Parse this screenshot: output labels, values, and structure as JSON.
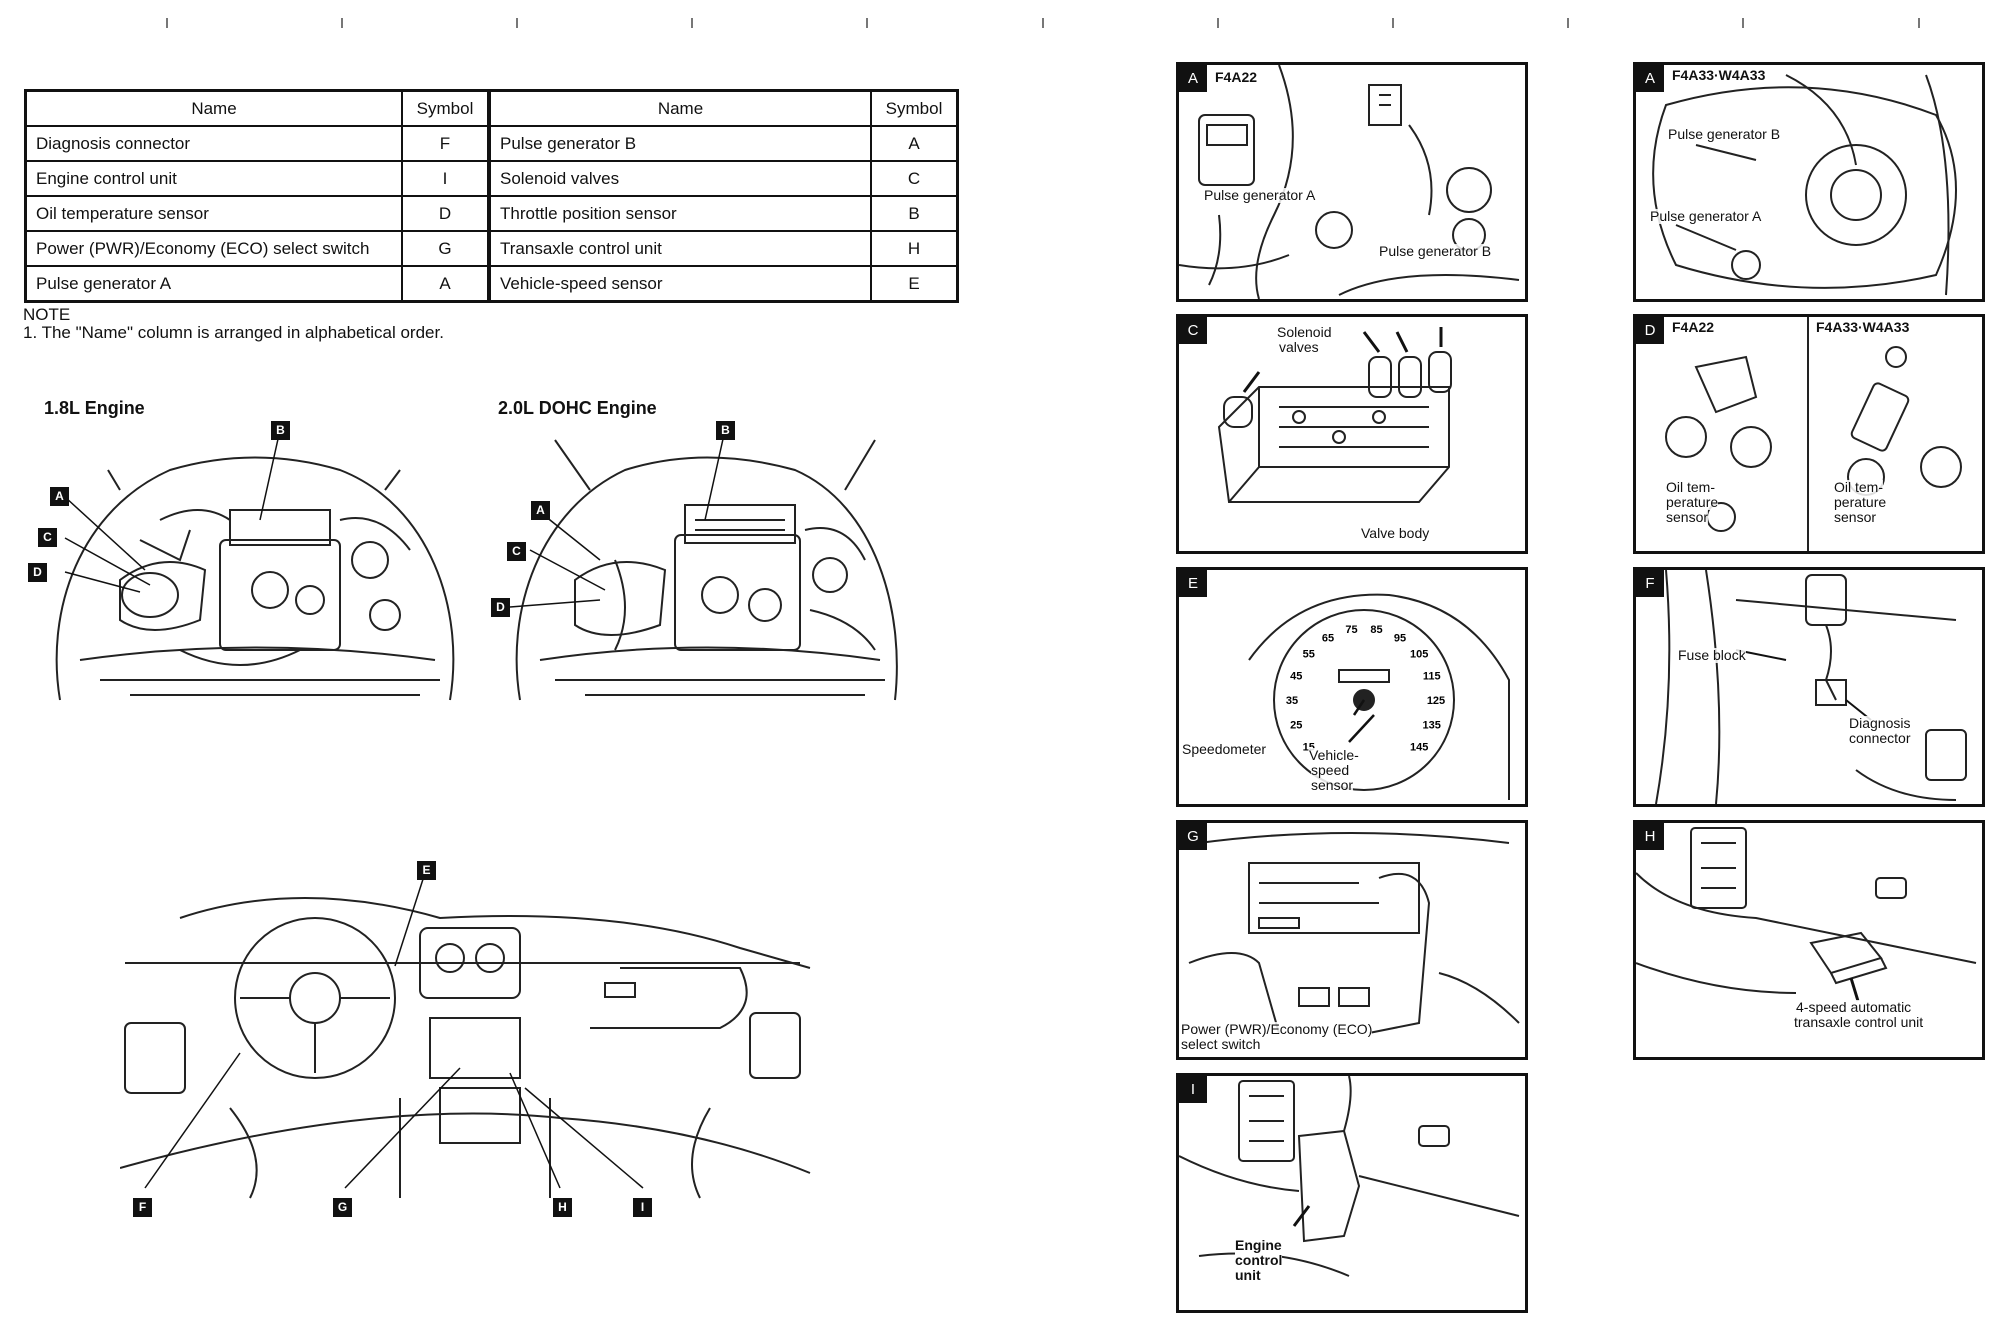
{
  "table": {
    "headers": {
      "name": "Name",
      "symbol": "Symbol"
    },
    "left_rows": [
      {
        "name": "Diagnosis connector",
        "symbol": "F"
      },
      {
        "name": "Engine control unit",
        "symbol": "I"
      },
      {
        "name": "Oil temperature sensor",
        "symbol": "D"
      },
      {
        "name": "Power (PWR)/Economy (ECO) select switch",
        "symbol": "G"
      },
      {
        "name": "Pulse generator A",
        "symbol": "A"
      }
    ],
    "right_rows": [
      {
        "name": "Pulse generator B",
        "symbol": "A"
      },
      {
        "name": "Solenoid valves",
        "symbol": "C"
      },
      {
        "name": "Throttle position sensor",
        "symbol": "B"
      },
      {
        "name": "Transaxle control unit",
        "symbol": "H"
      },
      {
        "name": "Vehicle-speed sensor",
        "symbol": "E"
      }
    ]
  },
  "note": {
    "heading": "NOTE",
    "item": "1.  The \"Name\" column is arranged in alphabetical order."
  },
  "engines": {
    "left_title": "1.8L Engine",
    "right_title": "2.0L DOHC Engine",
    "left_callouts": [
      "B",
      "A",
      "C",
      "D"
    ],
    "right_callouts": [
      "B",
      "A",
      "C",
      "D"
    ]
  },
  "dash": {
    "callouts": [
      "E",
      "F",
      "G",
      "H",
      "I"
    ]
  },
  "panels": {
    "a1": {
      "letter": "A",
      "model": "F4A22",
      "labels": [
        "Pulse generator A",
        "Pulse generator B"
      ]
    },
    "a2": {
      "letter": "A",
      "model": "F4A33·W4A33",
      "labels": [
        "Pulse generator B",
        "Pulse generator A"
      ]
    },
    "c": {
      "letter": "C",
      "labels": [
        "Solenoid",
        "valves",
        "Valve body"
      ]
    },
    "d": {
      "letter": "D",
      "models": [
        "F4A22",
        "F4A33·W4A33"
      ],
      "labels": [
        "Oil tem-",
        "perature",
        "sensor",
        "Oil tem-",
        "perature",
        "sensor"
      ]
    },
    "e": {
      "letter": "E",
      "labels": [
        "Speedometer",
        "Vehicle-",
        "speed",
        "sensor"
      ],
      "dial": [
        "15",
        "25",
        "35",
        "45",
        "55",
        "65",
        "75",
        "85",
        "95",
        "105",
        "115",
        "125",
        "135",
        "145"
      ]
    },
    "f": {
      "letter": "F",
      "labels": [
        "Fuse block",
        "Diagnosis",
        "connector"
      ]
    },
    "g": {
      "letter": "G",
      "labels": [
        "Power (PWR)/Economy (ECO)",
        "select switch"
      ]
    },
    "h": {
      "letter": "H",
      "labels": [
        "4-speed automatic",
        "transaxle control unit"
      ]
    },
    "i": {
      "letter": "I",
      "labels": [
        "Engine",
        "control",
        "unit"
      ]
    }
  }
}
